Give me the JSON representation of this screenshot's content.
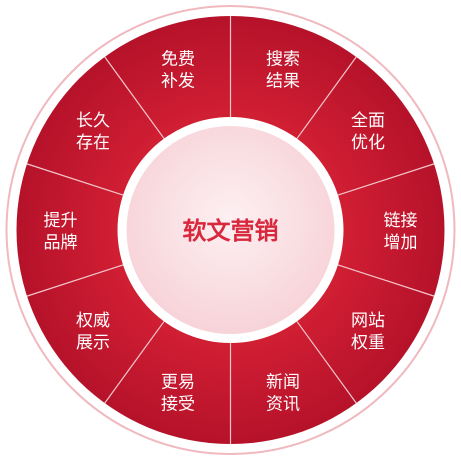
{
  "center": {
    "label": "软文营销"
  },
  "segments": [
    {
      "line1": "免费",
      "line2": "补发"
    },
    {
      "line1": "搜索",
      "line2": "结果"
    },
    {
      "line1": "全面",
      "line2": "优化"
    },
    {
      "line1": "链接",
      "line2": "增加"
    },
    {
      "line1": "网站",
      "line2": "权重"
    },
    {
      "line1": "新闻",
      "line2": "资讯"
    },
    {
      "line1": "更易",
      "line2": "接受"
    },
    {
      "line1": "权威",
      "line2": "展示"
    },
    {
      "line1": "提升",
      "line2": "品牌"
    },
    {
      "line1": "长久",
      "line2": "存在"
    }
  ],
  "colors": {
    "ring_fill": "#c8192e",
    "ring_dark": "#a8101f",
    "divider": "#f2c6cc",
    "outer_ring": "#f0b8bf",
    "center_fill": "#fbe4e7",
    "center_border": "#ffffff",
    "center_text": "#d8283d"
  }
}
